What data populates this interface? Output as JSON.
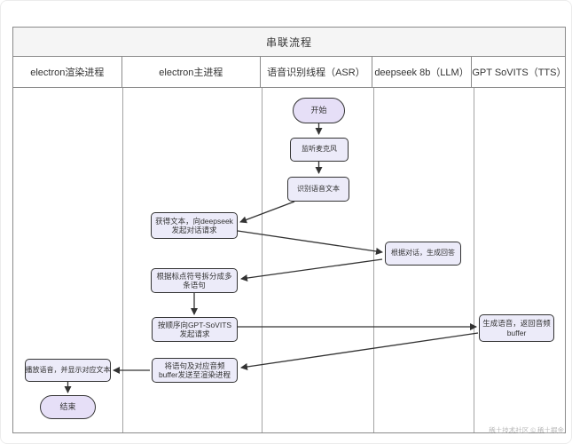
{
  "title": "串联流程",
  "watermark": "稀土技术社区 © 稀土掘金",
  "lanes": [
    {
      "label": "electron渲染进程"
    },
    {
      "label": "electron主进程"
    },
    {
      "label": "语音识别线程（ASR）"
    },
    {
      "label": "deepseek 8b（LLM）"
    },
    {
      "label": "GPT SoVITS（TTS）"
    }
  ],
  "nodes": {
    "start": {
      "label": "开始",
      "shape": "stadium",
      "lane": 2
    },
    "listen_mic": {
      "label": "监听麦克风",
      "shape": "rect",
      "lane": 2
    },
    "recognize_text": {
      "label": "识别语音文本",
      "shape": "rect",
      "lane": 2
    },
    "get_text_request_llm": {
      "label": "获得文本，向deepseek发起对话请求",
      "shape": "rect",
      "lane": 1
    },
    "generate_answer": {
      "label": "根据对话，生成回答",
      "shape": "rect",
      "lane": 3
    },
    "split_sentences": {
      "label": "根据标点符号拆分成多条语句",
      "shape": "rect",
      "lane": 1
    },
    "request_tts": {
      "label": "按顺序向GPT-SoVITS发起请求",
      "shape": "rect",
      "lane": 1
    },
    "generate_voice": {
      "label": "生成语音，返回音频buffer",
      "shape": "rect",
      "lane": 4
    },
    "send_buffer": {
      "label": "将语句及对应音频buffer发送至渲染进程",
      "shape": "rect",
      "lane": 1
    },
    "play_voice": {
      "label": "播放语音，并显示对应文本",
      "shape": "rect",
      "lane": 0
    },
    "end": {
      "label": "结束",
      "shape": "stadium",
      "lane": 0
    }
  },
  "edges": [
    {
      "from": "start",
      "to": "listen_mic"
    },
    {
      "from": "listen_mic",
      "to": "recognize_text"
    },
    {
      "from": "recognize_text",
      "to": "get_text_request_llm"
    },
    {
      "from": "get_text_request_llm",
      "to": "generate_answer"
    },
    {
      "from": "generate_answer",
      "to": "split_sentences"
    },
    {
      "from": "split_sentences",
      "to": "request_tts"
    },
    {
      "from": "request_tts",
      "to": "generate_voice"
    },
    {
      "from": "generate_voice",
      "to": "send_buffer"
    },
    {
      "from": "send_buffer",
      "to": "play_voice"
    },
    {
      "from": "play_voice",
      "to": "end"
    }
  ],
  "colors": {
    "node-fill": "#ecebf9",
    "stadium-fill": "#e6dff7",
    "node-border": "#333333",
    "arrow": "#333333",
    "table-border": "#8a8a8a",
    "lane-line": "#a3a3a3",
    "title-bg": "#f5f5f5"
  }
}
